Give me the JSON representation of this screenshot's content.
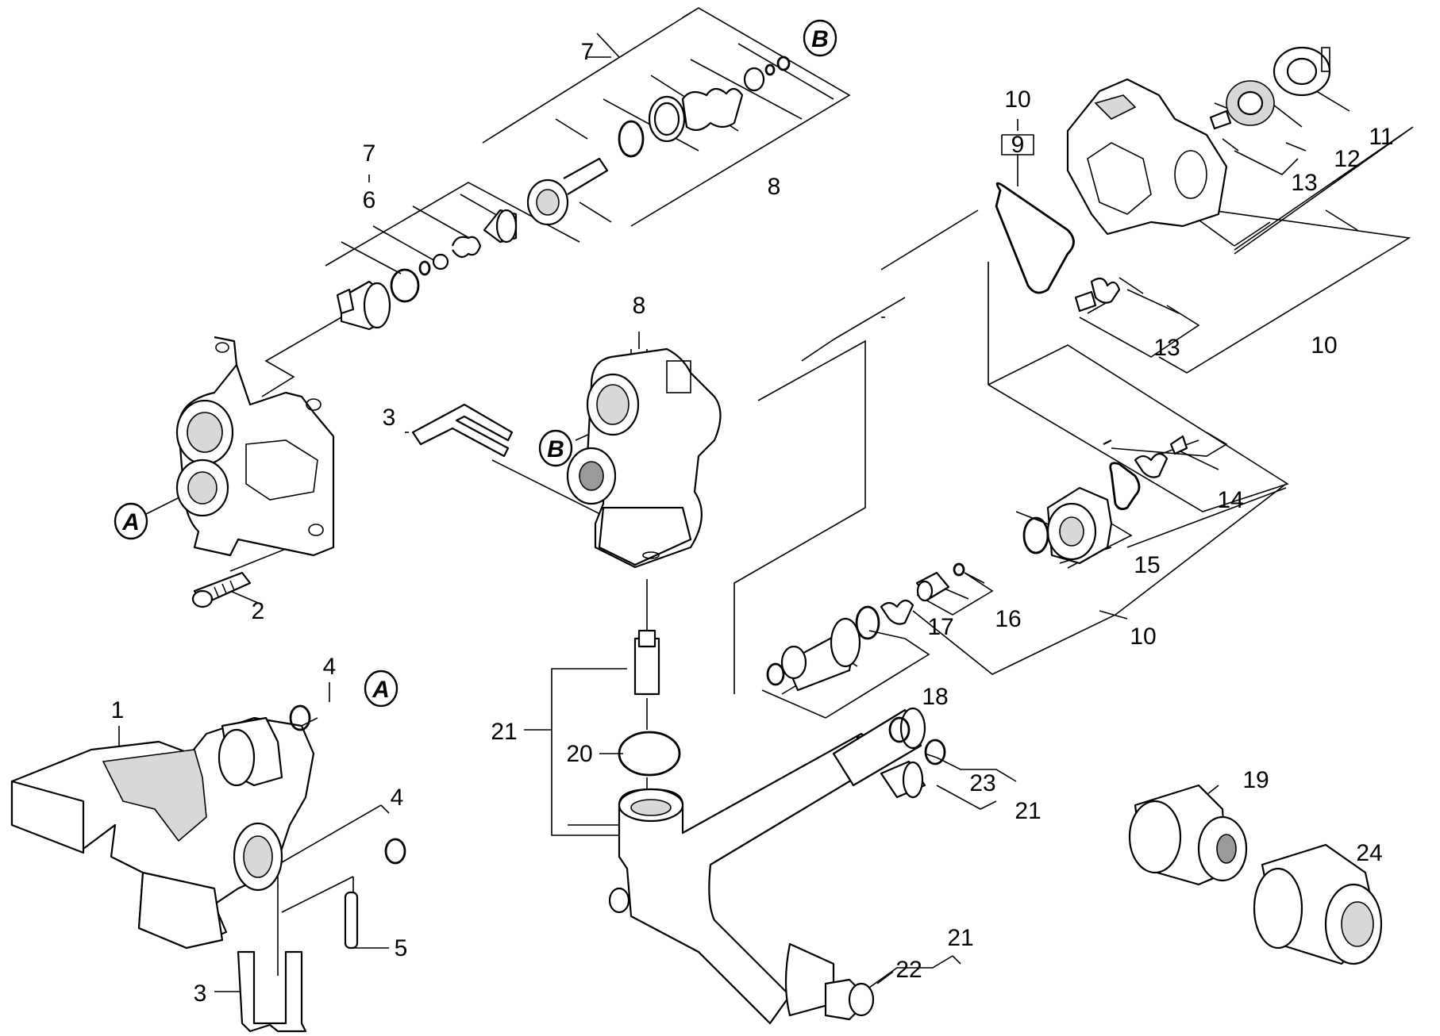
{
  "callouts": {
    "A": "A",
    "B": "B"
  },
  "labels": {
    "l1": "1",
    "l2": "2",
    "l3a": "3",
    "l3b": "3",
    "l4a": "4",
    "l4b": "4",
    "l5": "5",
    "l6": "6",
    "l7a": "7",
    "l7b": "7",
    "l8a": "8",
    "l8b": "8",
    "l9": "9",
    "l10a": "10",
    "l10b": "10",
    "l10c": "10",
    "l11": "11",
    "l12": "12",
    "l13a": "13",
    "l13b": "13",
    "l14": "14",
    "l15": "15",
    "l16": "16",
    "l17": "17",
    "l18": "18",
    "l19": "19",
    "l20": "20",
    "l21a": "21",
    "l21b": "21",
    "l21c": "21",
    "l22": "22",
    "l23": "23",
    "l24": "24"
  }
}
